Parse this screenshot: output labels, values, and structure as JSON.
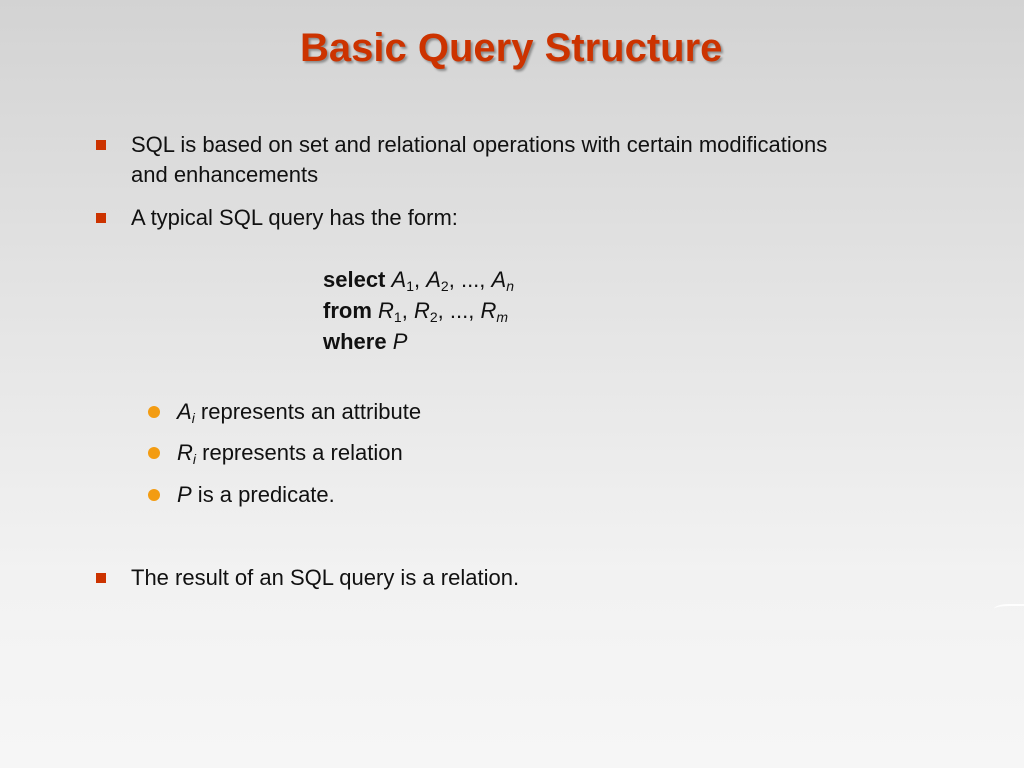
{
  "slide": {
    "title": "Basic Query Structure",
    "bullets": [
      "SQL is based on set and relational operations with certain modifications and enhancements",
      "A typical SQL query has the form:",
      "The result of an SQL query is a relation."
    ],
    "query": {
      "select_kw": "select",
      "from_kw": "from",
      "where_kw": "where",
      "a_var": "A",
      "r_var": "R",
      "p_var": "P",
      "sub_1": "1",
      "sub_2": "2",
      "sub_n": "n",
      "sub_m": "m",
      "ellipsis": "...,"
    },
    "sub_bullets": [
      {
        "var": "A",
        "sub": "i",
        "text": " represents an attribute"
      },
      {
        "var": "R",
        "sub": "i",
        "text": " represents a relation"
      },
      {
        "var": "P",
        "sub": "",
        "text": " is a predicate."
      }
    ]
  },
  "colors": {
    "title": "#cc3300",
    "square_bullet": "#cc3300",
    "round_bullet": "#f39c12"
  }
}
